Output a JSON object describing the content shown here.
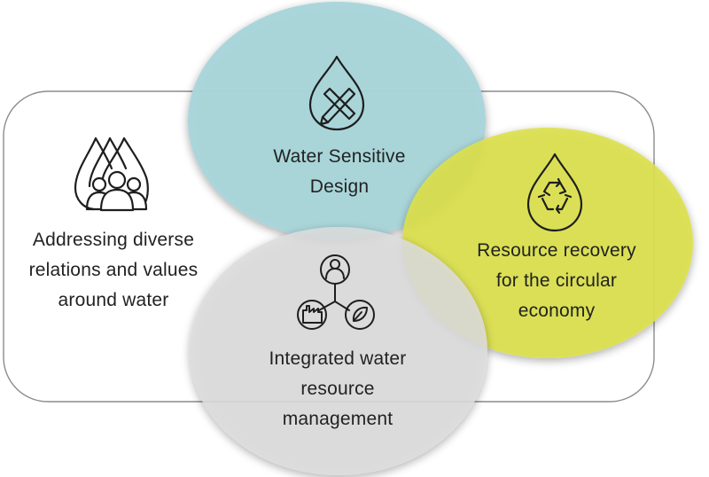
{
  "colors": {
    "frame_stroke": "#8c8c8c",
    "design_circle": "#a8d5da",
    "recovery_circle": "#dbe04b",
    "iwrm_circle": "#dcdcdc",
    "icon_stroke": "#1e1e1e"
  },
  "items": [
    {
      "id": "diverse-relations",
      "icon": "water-drops-people-icon",
      "lines": [
        "Addressing diverse",
        "relations and values",
        "around water"
      ]
    },
    {
      "id": "water-sensitive-design",
      "icon": "drop-pencil-ruler-icon",
      "lines": [
        "Water Sensitive",
        "Design"
      ]
    },
    {
      "id": "resource-recovery",
      "icon": "drop-recycle-icon",
      "lines": [
        "Resource recovery",
        "for the circular",
        "economy"
      ]
    },
    {
      "id": "integrated-management",
      "icon": "person-factory-leaf-network-icon",
      "lines": [
        "Integrated water",
        "resource",
        "management"
      ]
    }
  ]
}
